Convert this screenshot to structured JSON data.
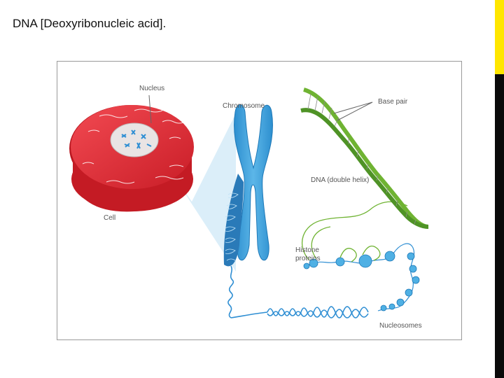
{
  "slide": {
    "title": "DNA  [Deoxyribonucleic acid]."
  },
  "diagram": {
    "labels": {
      "nucleus": "Nucleus",
      "chromosome": "Chromosome",
      "base_pair": "Base pair",
      "dna": "DNA (double helix)",
      "cell": "Cell",
      "histone_line1": "Histone",
      "histone_line2": "proteins",
      "nucleosomes": "Nucleosomes"
    }
  },
  "colors": {
    "cell_red": "#e8303a",
    "chromosome_blue": "#3fa2dc",
    "helix_green": "#6fb332",
    "accent_yellow": "#ffe600",
    "accent_black": "#0a0a0a"
  }
}
